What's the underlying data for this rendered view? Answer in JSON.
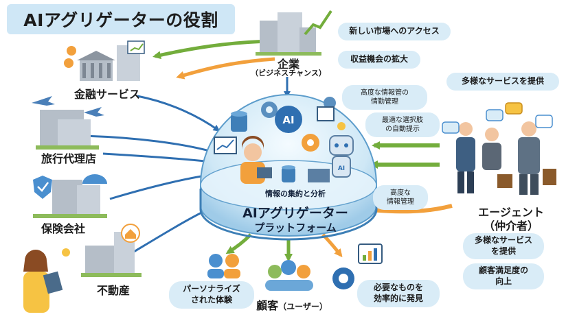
{
  "title": "AIアグリゲーターの役割",
  "nodes": {
    "enterprise": {
      "label": "企業",
      "sublabel": "（ビジネスチャンス）"
    },
    "finance": {
      "label": "金融サービス"
    },
    "travel": {
      "label": "旅行代理店"
    },
    "insurance": {
      "label": "保険会社"
    },
    "realestate": {
      "label": "不動産"
    },
    "agent": {
      "label": "エージェント",
      "sublabel": "（仲介者）"
    },
    "customer": {
      "label": "顧客",
      "sublabel": "（ユーザー）"
    }
  },
  "enterprise_benefits": [
    "新しい市場へのアクセス",
    "収益機会の拡大"
  ],
  "agent_top_benefit": "多様なサービスを提供",
  "agent_benefits": [
    "多様なサービス\nを提供",
    "顧客満足度の\n向上"
  ],
  "platform": {
    "title": "AIアグリゲーター",
    "subtitle": "プラットフォーム",
    "caption": "情報の集約と分析",
    "ai_badge": "AI",
    "robot_badge": "AI",
    "features": [
      "高度な情報管の\n情勤管理",
      "最適な選択肢\nの自動提示",
      "高度な\n情報管理"
    ]
  },
  "customer_benefits": [
    "パーソナライズ\nされた体験",
    "必要なものを\n効率的に発見"
  ],
  "colors": {
    "blue_arrow": "#2f6fb1",
    "green_arrow": "#73ad3c",
    "orange_arrow": "#f2a03c",
    "bubble": "#d9ecf7",
    "title_bg": "#cfe7f6"
  }
}
